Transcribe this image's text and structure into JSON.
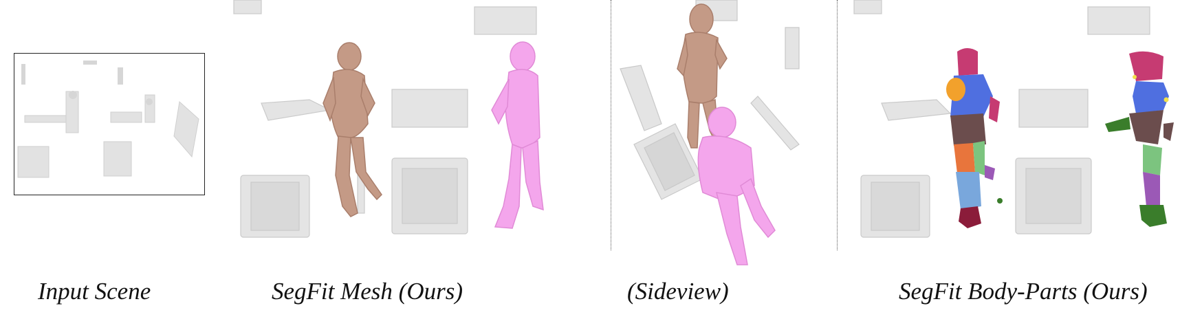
{
  "figure": {
    "captions": {
      "input_scene": "Input Scene",
      "segfit_mesh": "SegFit Mesh (Ours)",
      "sideview": "(Sideview)",
      "segfit_body_parts": "SegFit Body-Parts (Ours)"
    }
  },
  "colors": {
    "scene_gray": "#d8d8d8",
    "scene_dark": "#bdbdbd",
    "mesh_brown": "#c49a86",
    "mesh_pink": "#f4a6ec",
    "part_head": "#c63b72",
    "part_torso": "#4f6fe0",
    "part_shoulder": "#f2a12c",
    "part_upper_leg": "#6b4d4d",
    "part_lower_leg": "#79a7dc",
    "part_hip": "#e8753c",
    "part_arm": "#7cc47f",
    "part_forearm": "#9b59b6",
    "part_foot": "#8b1c3a",
    "part_hand": "#3a7d2b"
  }
}
